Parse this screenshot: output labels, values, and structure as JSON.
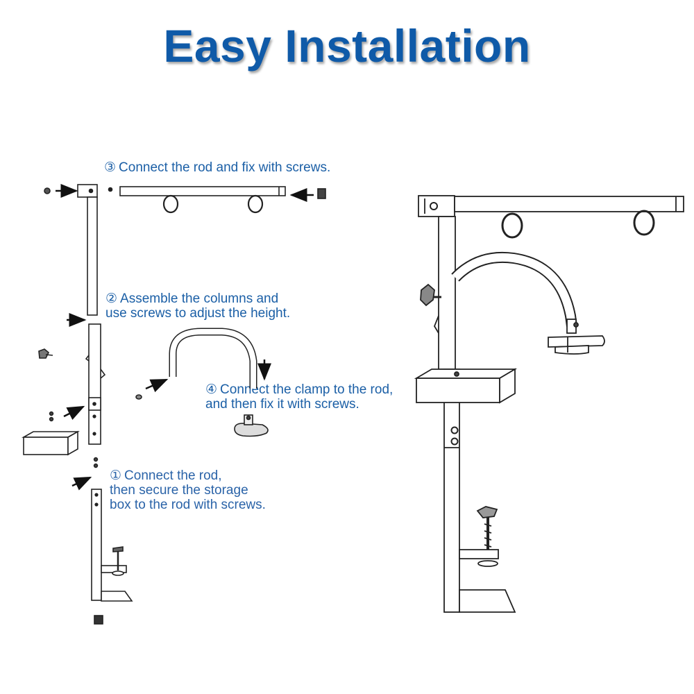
{
  "title": "Easy Installation",
  "steps": [
    {
      "num": "③",
      "lines": [
        "Connect the rod and fix with screws."
      ]
    },
    {
      "num": "②",
      "lines": [
        "Assemble the columns and",
        "use screws to adjust the height."
      ]
    },
    {
      "num": "④",
      "lines": [
        "Connect the clamp to the rod,",
        "and then fix it with screws."
      ]
    },
    {
      "num": "①",
      "lines": [
        "Connect the rod,",
        "then secure the storage",
        "box to the rod with screws."
      ]
    }
  ],
  "colors": {
    "title": "#0f5aa8",
    "step_text": "#1b5fa6",
    "line_art": "#222222"
  }
}
